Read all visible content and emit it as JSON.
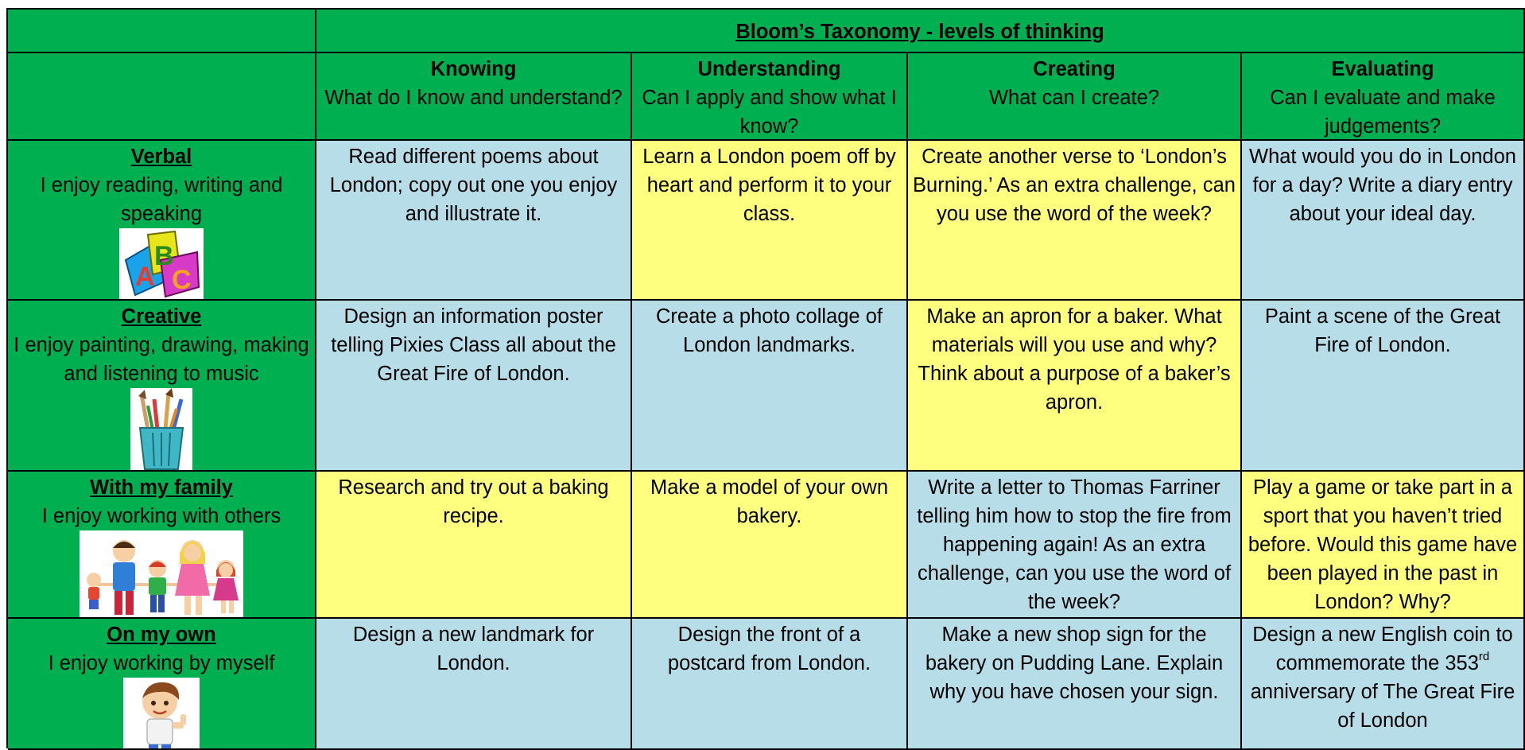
{
  "title": "Bloom’s Taxonomy -  levels of thinking",
  "colors": {
    "header_green": "#00b050",
    "light_blue": "#b7dde8",
    "light_yellow": "#ffff7f"
  },
  "columns": [
    {
      "name": "Knowing",
      "question": "What do I know and understand?"
    },
    {
      "name": "Understanding",
      "question": "Can I apply and show what I know?"
    },
    {
      "name": "Creating",
      "question": "What can I create?"
    },
    {
      "name": "Evaluating",
      "question": "Can I evaluate and make judgements?"
    }
  ],
  "rows": [
    {
      "name": "Verbal",
      "desc": "I enjoy reading, writing and speaking",
      "icon": "abc-letters-icon",
      "cells": [
        "Read different poems about London; copy out one you enjoy and illustrate it.",
        "Learn a London poem off by heart and perform it to your class.",
        "Create another verse to ‘London’s Burning.’ As an extra challenge, can you use the word of the week?",
        "What would you do in London for a day? Write a diary entry about your ideal day."
      ]
    },
    {
      "name": "Creative",
      "desc": "I enjoy painting, drawing, making and listening to music",
      "icon": "art-supplies-pot-icon",
      "cells": [
        "Design an information poster telling Pixies Class all about the Great Fire of London.",
        "Create a photo collage of London landmarks.",
        "Make an apron for a baker. What materials will you use and why? Think about a purpose of a baker’s apron.",
        "Paint a scene of the Great Fire of London."
      ]
    },
    {
      "name": "With my family",
      "desc": "I enjoy working with others",
      "icon": "family-holding-hands-icon",
      "cells": [
        "Research and try out a baking recipe.",
        "Make a model of your own bakery.",
        "Write a letter to Thomas Farriner telling him how to stop the fire from happening again! As an extra challenge, can you use the word of the week?",
        "Play a game or take part in a sport that you haven’t tried before. Would this game have been played in the past in London? Why?"
      ]
    },
    {
      "name": "On my own",
      "desc": "I enjoy working by myself",
      "icon": "boy-thumbs-up-icon",
      "cells": [
        "Design a new landmark for London.",
        "Design the front of a postcard from London.",
        "Make a new shop sign for the bakery on Pudding Lane. Explain why you have chosen your sign.",
        "Design a new English coin to commemorate the 353"
      ],
      "last_cell_sup": "rd",
      "last_cell_tail": " anniversary of The Great Fire of London"
    }
  ]
}
